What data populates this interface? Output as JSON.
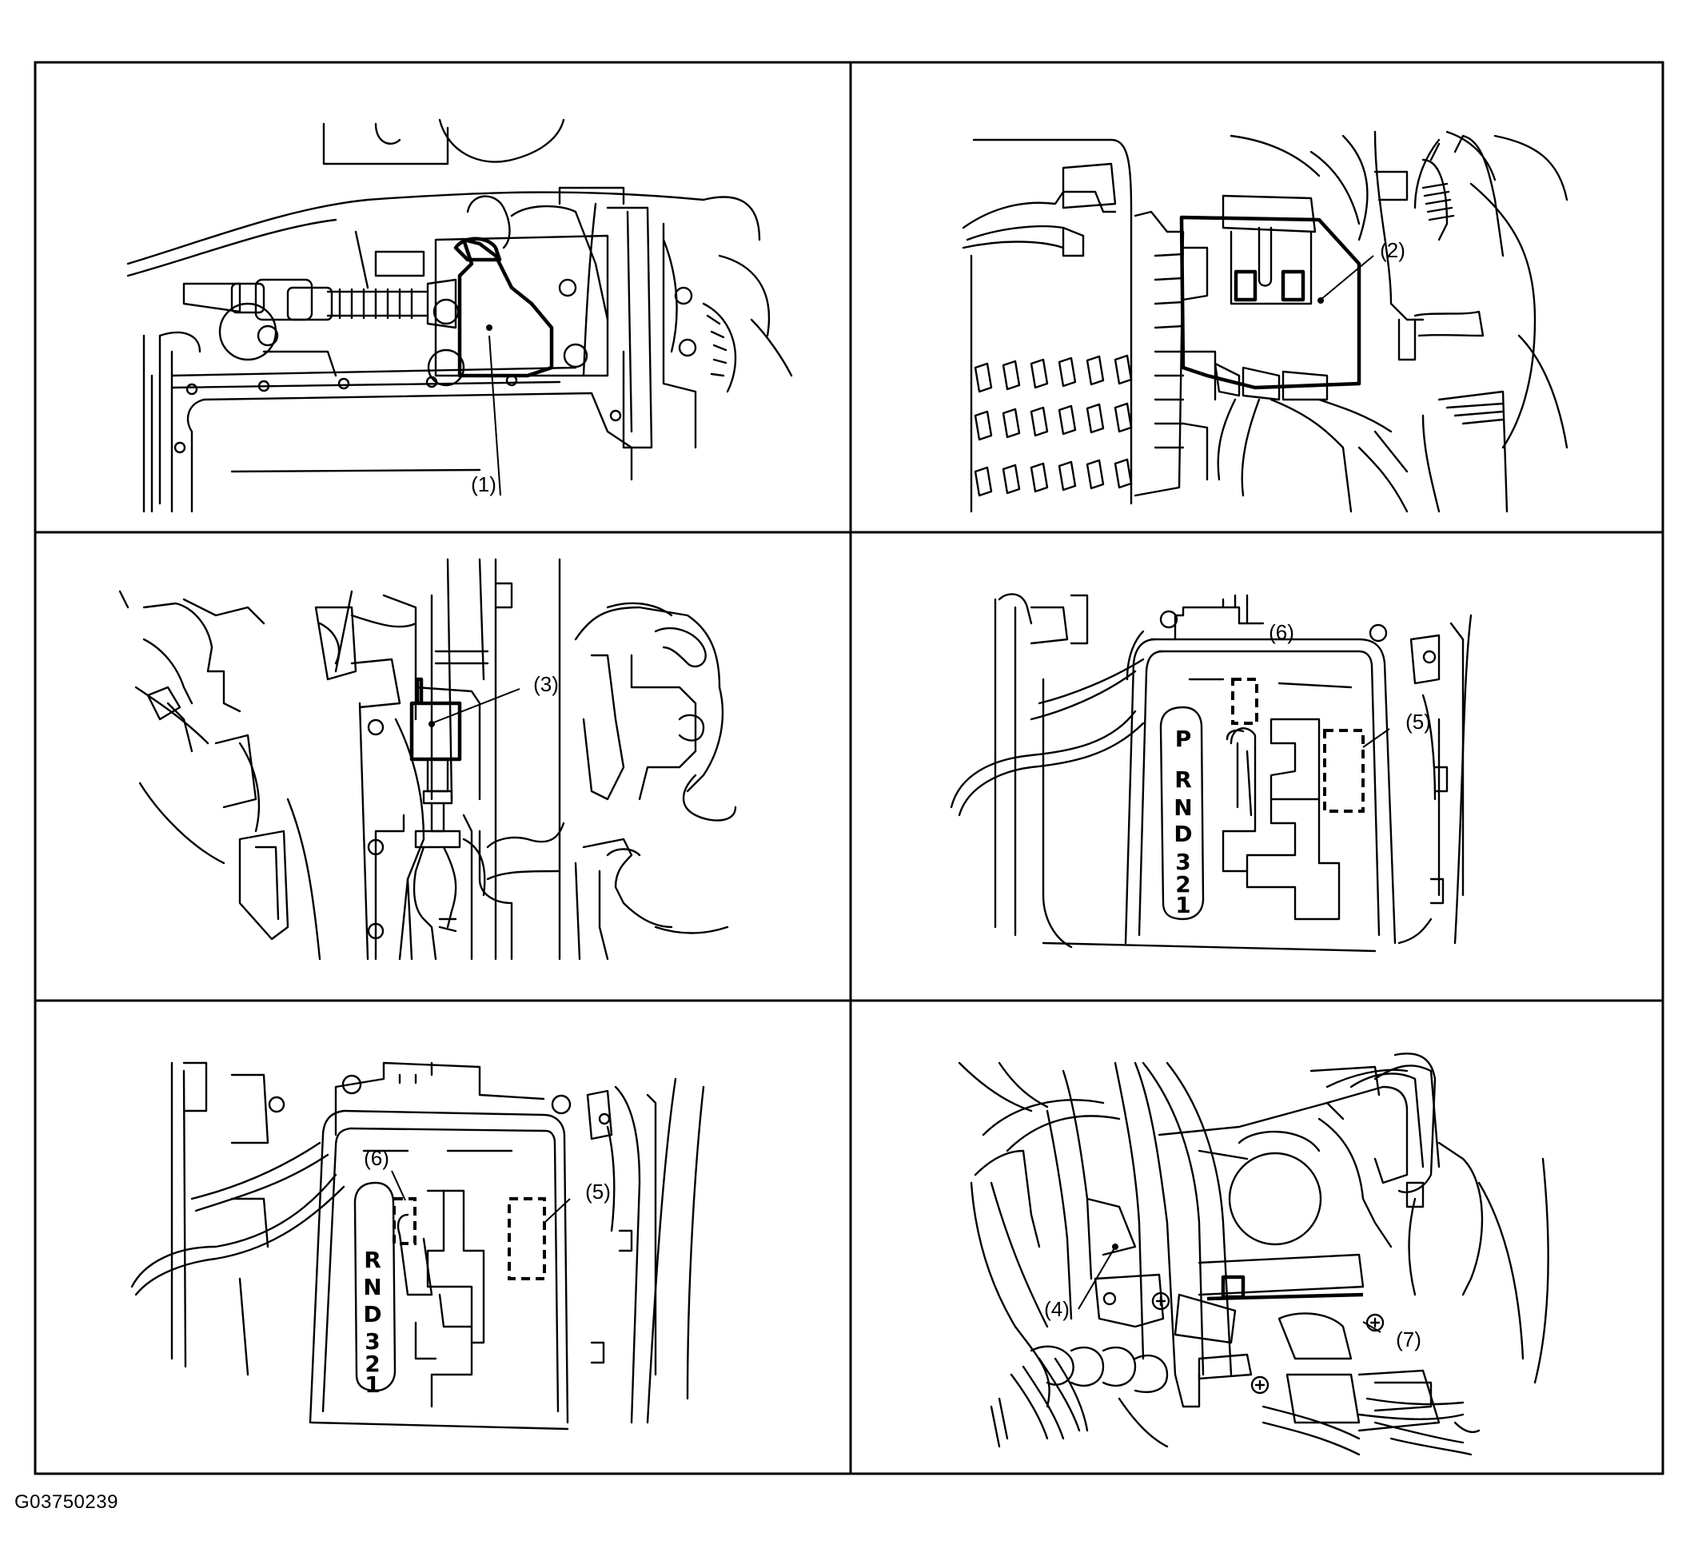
{
  "figure_id": "G03750239",
  "panels": [
    {
      "callouts": [
        "(1)"
      ]
    },
    {
      "callouts": [
        "(2)"
      ]
    },
    {
      "callouts": [
        "(3)"
      ]
    },
    {
      "callouts": [
        "(6)",
        "(5)"
      ],
      "gate_letters": [
        "P",
        "R",
        "N",
        "D",
        "3",
        "2",
        "1"
      ]
    },
    {
      "callouts": [
        "(6)",
        "(5)"
      ],
      "gate_letters": [
        "R",
        "N",
        "D",
        "3",
        "2",
        "1"
      ]
    },
    {
      "callouts": [
        "(4)",
        "(7)"
      ]
    }
  ]
}
